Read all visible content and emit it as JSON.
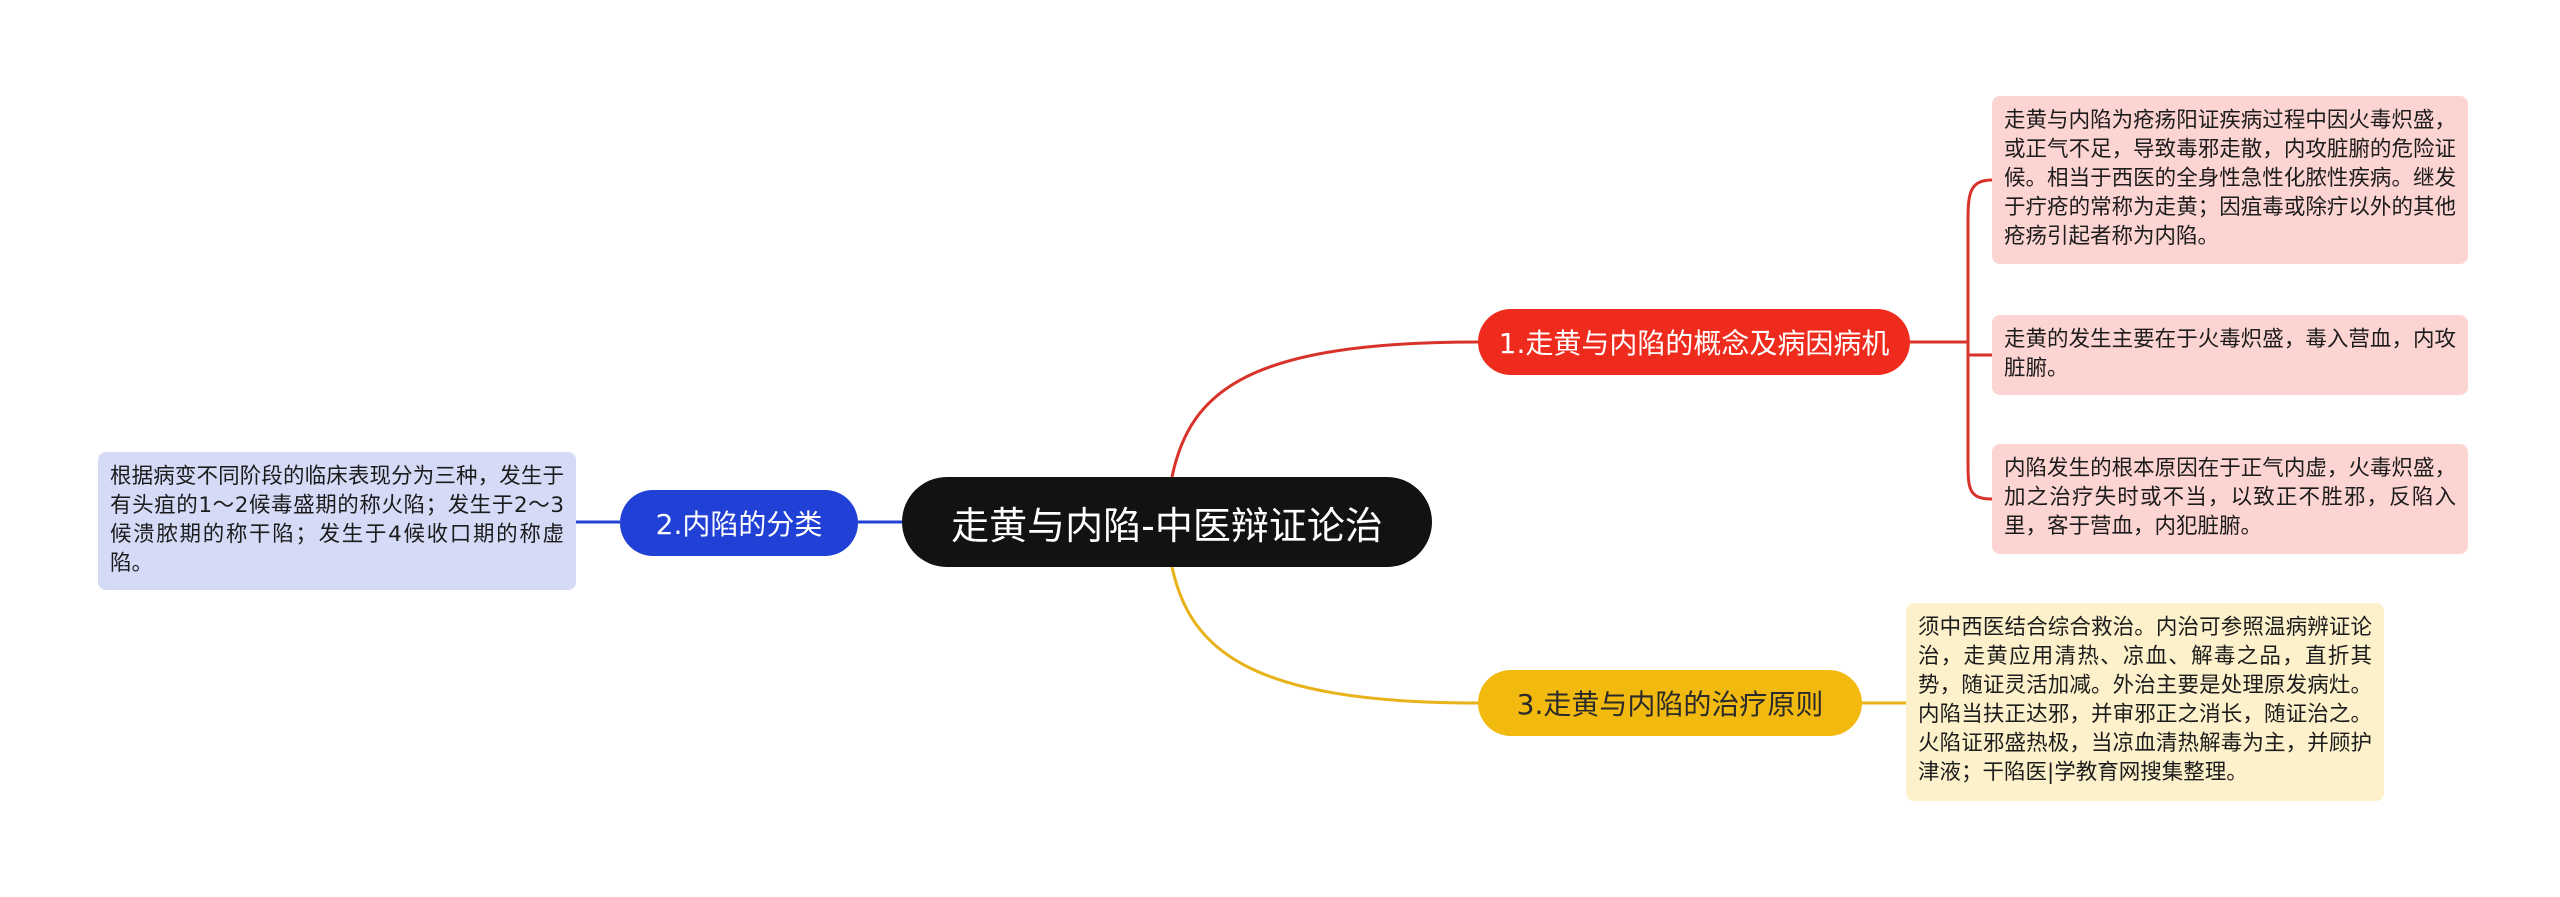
{
  "root": {
    "title": "走黄与内陷-中医辩证论治"
  },
  "branches": [
    {
      "label": "1.走黄与内陷的概念及病因病机",
      "color": "#ef2b1d",
      "leaves": [
        "走黄与内陷为疮疡阳证疾病过程中因火毒炽盛，或正气不足，导致毒邪走散，内攻脏腑的危险证候。相当于西医的全身性急性化脓性疾病。继发于疔疮的常称为走黄；因疽毒或除疔以外的其他疮疡引起者称为内陷。",
        "走黄的发生主要在于火毒炽盛，毒入营血，内攻脏腑。",
        "内陷发生的根本原因在于正气内虚，火毒炽盛，加之治疗失时或不当，以致正不胜邪，反陷入里，客于营血，内犯脏腑。"
      ]
    },
    {
      "label": "2.内陷的分类",
      "color": "#2140d6",
      "leaves": [
        "根据病变不同阶段的临床表现分为三种，发生于有头疽的1～2候毒盛期的称火陷；发生于2～3候溃脓期的称干陷；发生于4候收口期的称虚陷。"
      ]
    },
    {
      "label": "3.走黄与内陷的治疗原则",
      "color": "#f2b90f",
      "leaves": [
        "须中西医结合综合救治。内治可参照温病辨证论治，走黄应用清热、凉血、解毒之品，直折其势，随证灵活加减。外治主要是处理原发病灶。内陷当扶正达邪，并审邪正之消长，随证治之。火陷证邪盛热极，当凉血清热解毒为主，并顾护津液；干陷医|学教育网搜集整理。"
      ]
    }
  ]
}
